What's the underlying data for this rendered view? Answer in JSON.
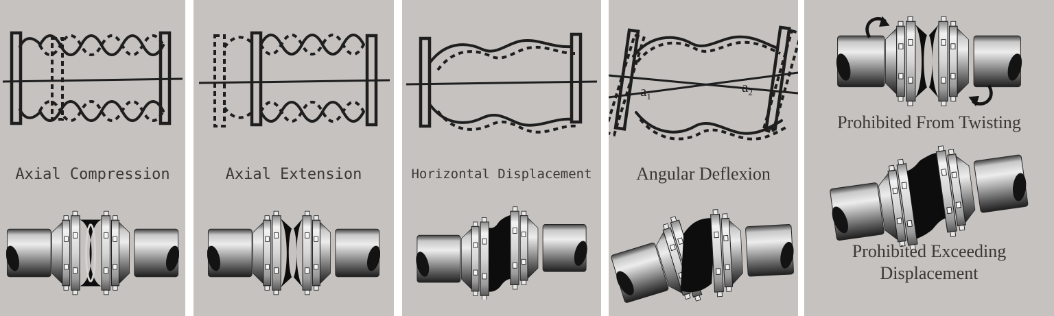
{
  "colors": {
    "panel-bg": "#c5c2c0",
    "gap-bg": "#ffffff",
    "ink": "#1e1e1e",
    "label-ink": "#3a3734",
    "rubber": "#0d0d0d"
  },
  "panels": {
    "p1": {
      "label": "Axial Compression"
    },
    "p2": {
      "label": "Axial Extension"
    },
    "p3": {
      "label": "Horizontal Displacement"
    },
    "p4": {
      "label": "Angular Deflexion",
      "angle1": "a",
      "angle1_sub": "1",
      "angle2": "a",
      "angle2_sub": "2"
    },
    "p5": {
      "twist_label": "Prohibited From Twisting",
      "exceed_label_line1": "Prohibited Exceeding",
      "exceed_label_line2": "Displacement"
    }
  }
}
